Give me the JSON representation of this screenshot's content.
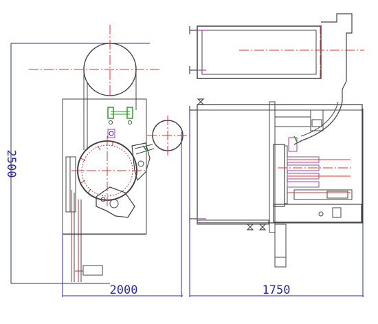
{
  "dimensions": {
    "height_left": "2500",
    "width_left": "2000",
    "width_right": "1750"
  },
  "colors": {
    "outline": "#444444",
    "dimension": "#2a2aa8",
    "centerline": "#e03030",
    "magenta": "#b03ab0",
    "green": "#2c9a2c",
    "background": "#ffffff"
  }
}
